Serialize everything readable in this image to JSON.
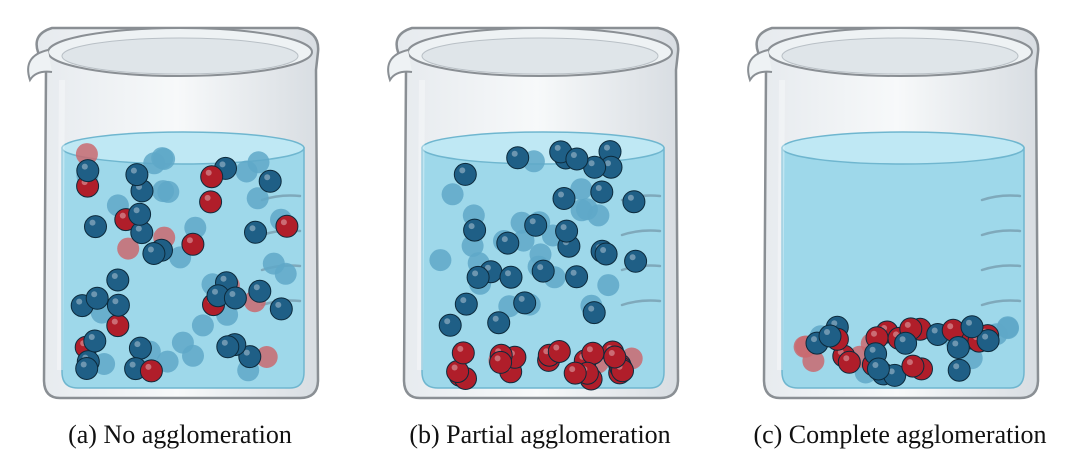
{
  "panels": [
    {
      "caption": "(a) No agglomeration",
      "state": "none"
    },
    {
      "caption": "(b) Partial agglomeration",
      "state": "partial"
    },
    {
      "caption": "(c) Complete agglomeration",
      "state": "complete"
    }
  ],
  "colors": {
    "water": "#9ed8ea",
    "water_top": "#bfe8f4",
    "glass_outline": "#8a8f94",
    "particle_blue": "#1f5f86",
    "particle_blue_back": "#5fa8c8",
    "particle_red": "#b01e2a",
    "particle_red_back": "#c96a70"
  }
}
